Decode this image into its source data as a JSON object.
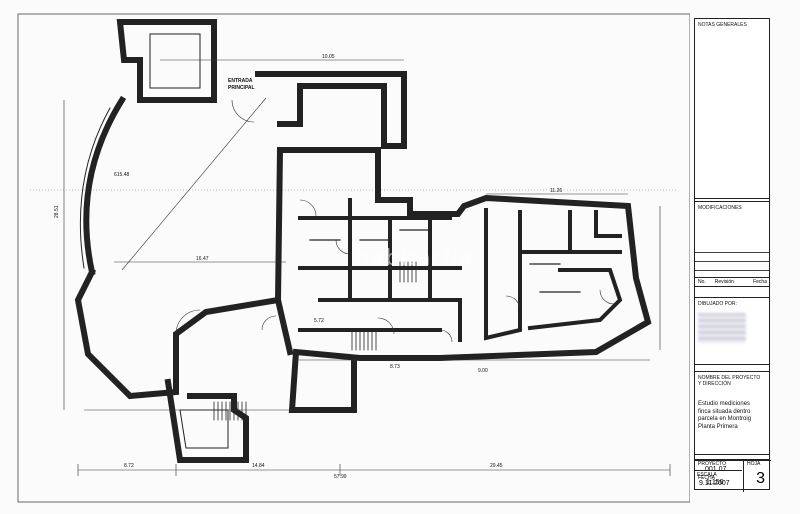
{
  "plan": {
    "entrance_label_line1": "ENTRADA",
    "entrance_label_line2": "PRINCIPAL",
    "dim_total_bottom": "57.99",
    "dim_seg_1": "8.72",
    "dim_seg_2": "14.84",
    "dim_seg_3": "29.45",
    "dim_top": "10.05",
    "dim_right_top": "11.26",
    "dim_left_vertical": "28.51",
    "dim_diagonal": "16.47",
    "dim_arc": "615.48",
    "dim_corridor": "8.73",
    "dim_lower": "9.00",
    "dim_stair": "5.72"
  },
  "title_block": {
    "notes_label": "NOTAS GENERALES",
    "modifications_label": "MODIFICACIONES",
    "mod_no": "No.",
    "mod_revision": "Revisión",
    "mod_date": "Fecha",
    "drawn_by_label": "DIBUJADO POR:",
    "project_label_1": "NOMBRE DEL PROYECTO",
    "project_label_2": "Y DIRECCIÓN",
    "project_name_1": "Estudio mediciones",
    "project_name_2": "finca situada dentro",
    "project_name_3": "parcela en Montroig",
    "project_name_4": "Planta Primera",
    "proyecto_label": "PROYECTO",
    "proyecto_value": "001.07",
    "hoja_label": "HOJA",
    "fecha_label": "FECHA",
    "fecha_value": "9.11.2007",
    "escala_label": "ESCALA",
    "escala_value": "1:150",
    "sheet_number": "3"
  },
  "watermark": "habitaclia"
}
